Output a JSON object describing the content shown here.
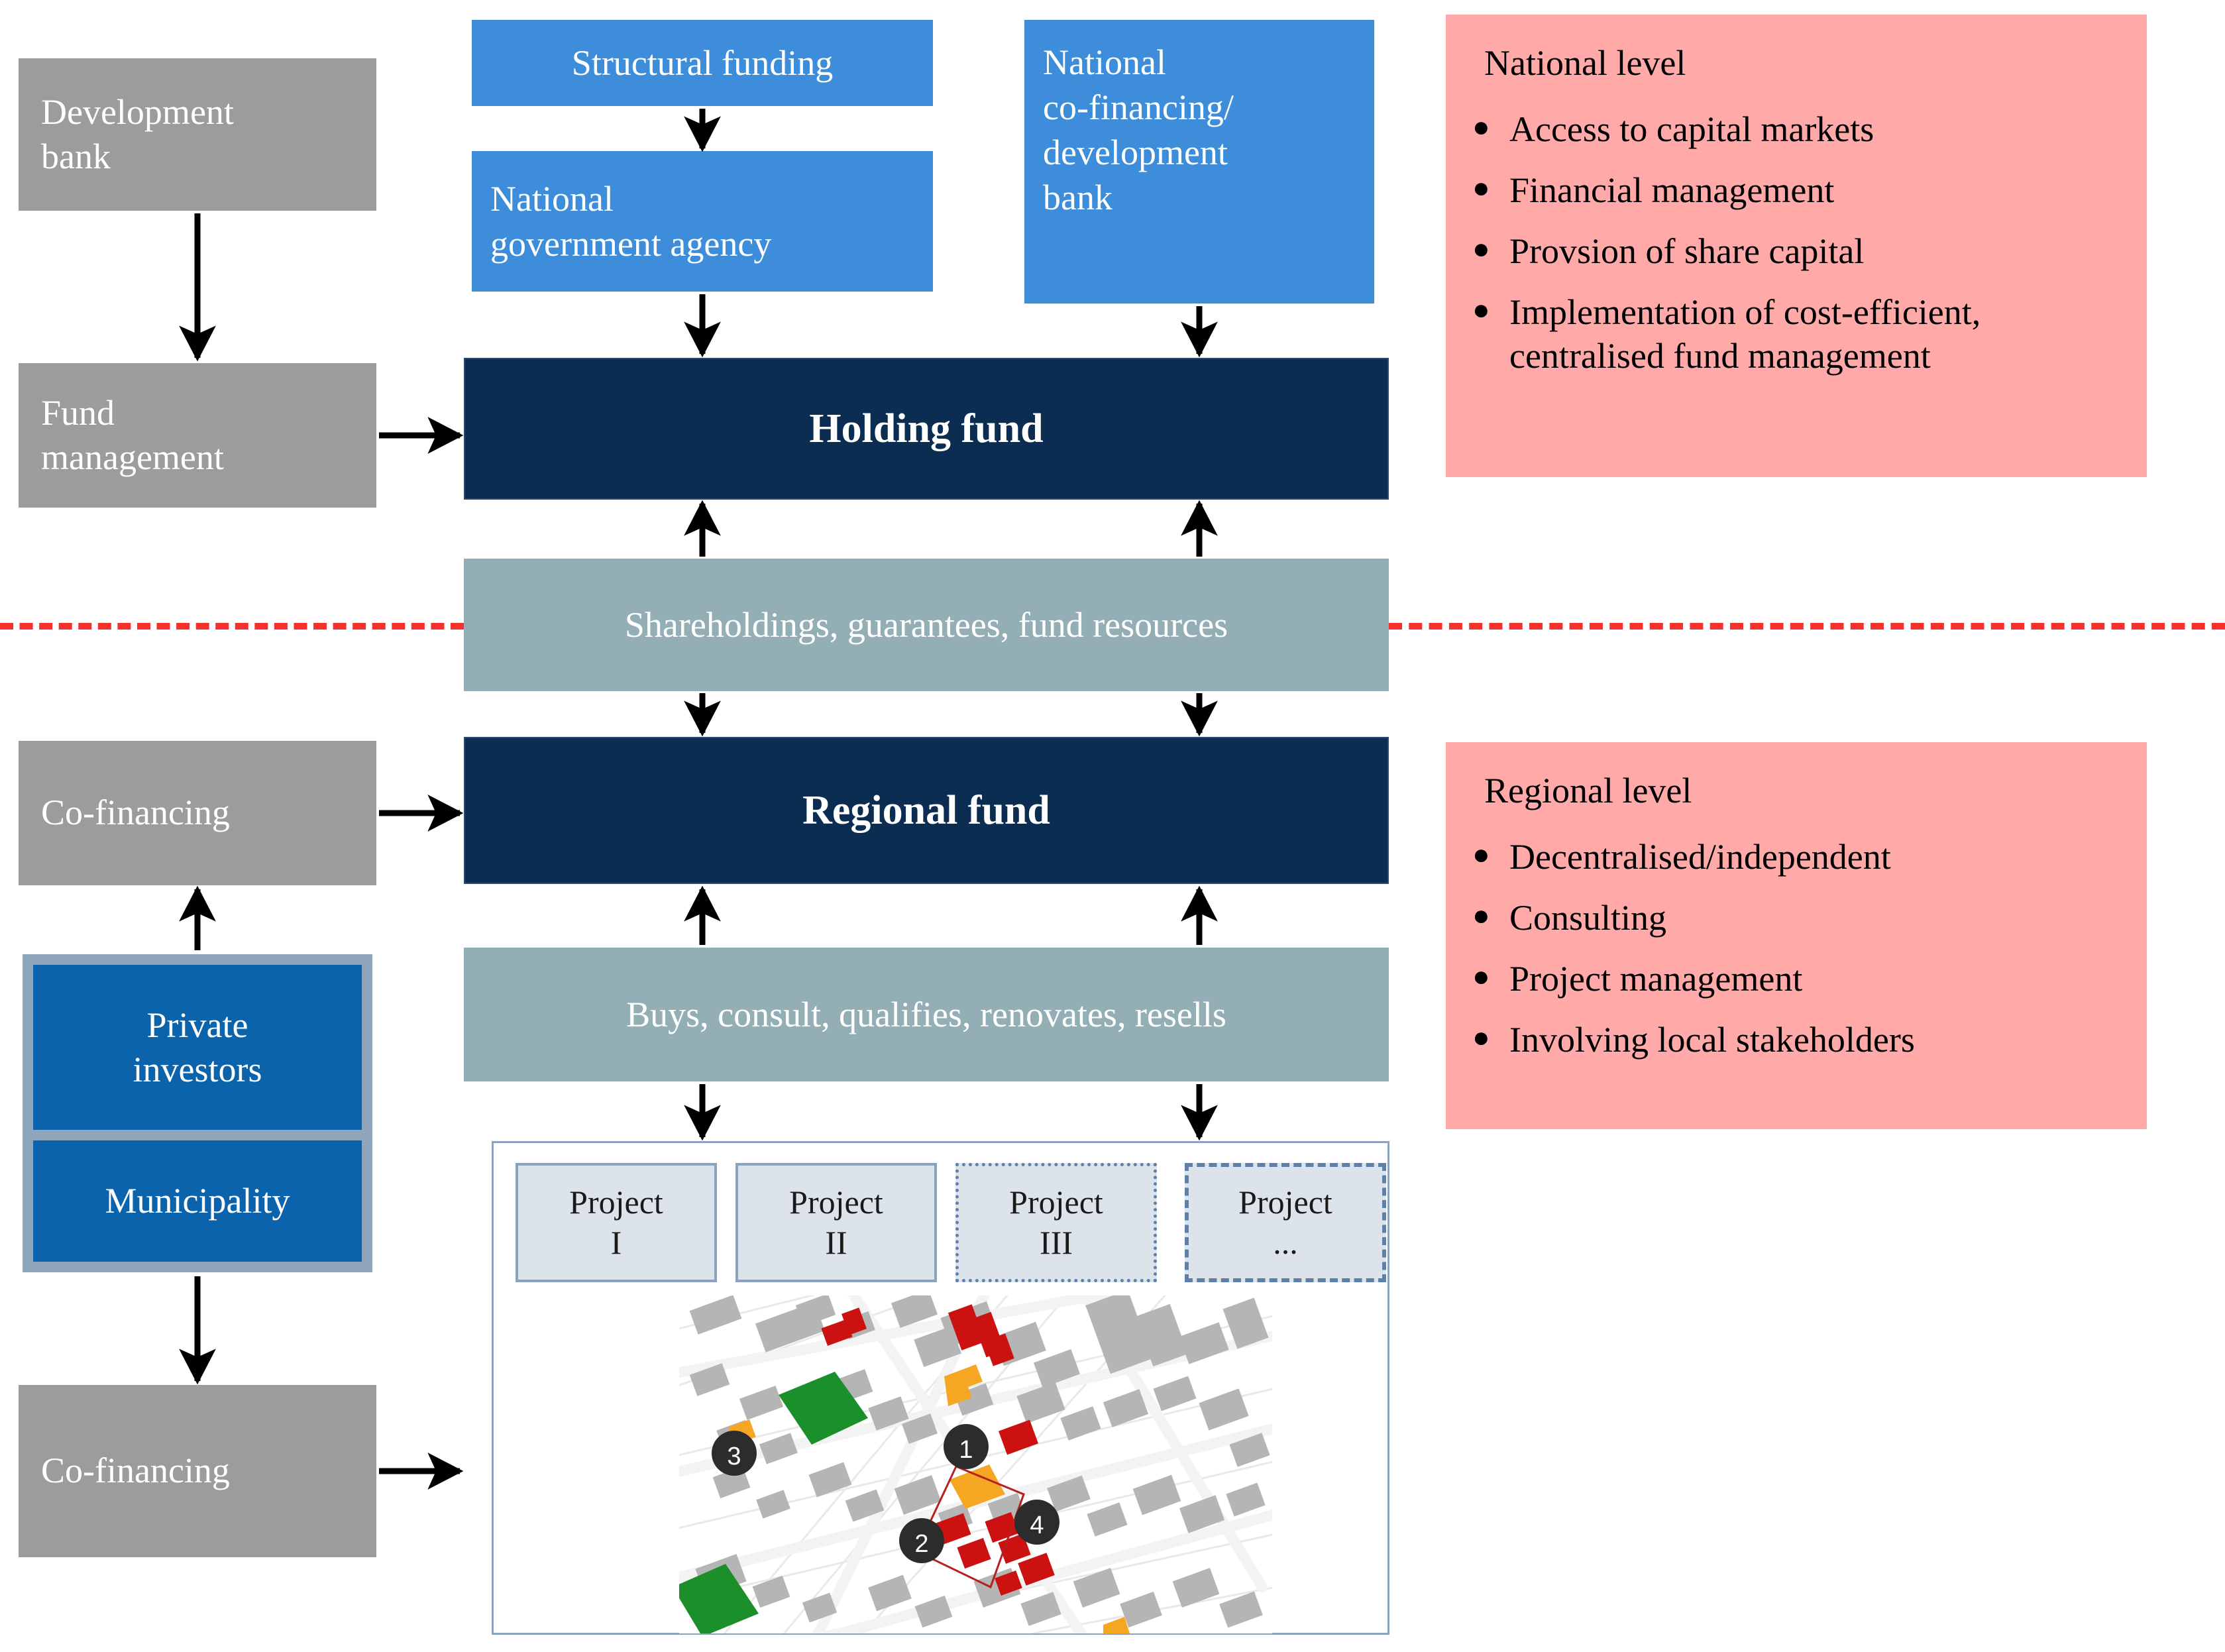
{
  "colors": {
    "grey_box": "#9c9c9c",
    "blue_box": "#3d8ddb",
    "navy_fund": "#0b2d52",
    "slate_bar": "#93afb5",
    "pink_panel": "#ffa9a9",
    "investor_blue": "#0a63ab",
    "investor_group_frame": "#8fa5bc",
    "project_box": "#dde3ea",
    "project_border": "#8ba3be",
    "divider_red": "#f4312d",
    "map_highlight_red": "#cc1111",
    "map_highlight_orange": "#f5a623",
    "map_green": "#1a8f2a",
    "map_building_grey": "#b5b5b5"
  },
  "left_column": {
    "development_bank": "Development\nbank",
    "fund_management": "Fund\nmanagement",
    "co_financing_upper": "Co-financing",
    "co_financing_lower": "Co-financing"
  },
  "investor_group": {
    "private_investors": "Private\ninvestors",
    "municipality": "Municipality"
  },
  "top_sources": {
    "structural_funding": "Structural funding",
    "national_government_agency": "National\ngovernment agency",
    "national_co_financing_bank": "National\nco-financing/\ndevelopment\nbank"
  },
  "funds": {
    "holding_fund": "Holding fund",
    "regional_fund": "Regional fund"
  },
  "bars": {
    "shareholdings": "Shareholdings, guarantees, fund resources",
    "buys_consult": "Buys, consult, qualifies, renovates, resells"
  },
  "panels": [
    {
      "title": "National level",
      "bullet_glyph": "●",
      "items": [
        "Access to capital markets",
        "Financial management",
        "Provsion of share capital",
        "Implementation of cost-efficient,\ncentralised fund management"
      ]
    },
    {
      "title": "Regional level",
      "bullet_glyph": "●",
      "items": [
        "Decentralised/independent",
        "Consulting",
        "Project management",
        "Involving local stakeholders"
      ]
    }
  ],
  "projects": [
    {
      "label": "Project\nI",
      "border_style": "solid"
    },
    {
      "label": "Project\nII",
      "border_style": "solid"
    },
    {
      "label": "Project\nIII",
      "border_style": "dotted"
    },
    {
      "label": "Project\n...",
      "border_style": "dashed"
    }
  ],
  "map": {
    "markers": [
      "1",
      "2",
      "3",
      "4"
    ]
  }
}
